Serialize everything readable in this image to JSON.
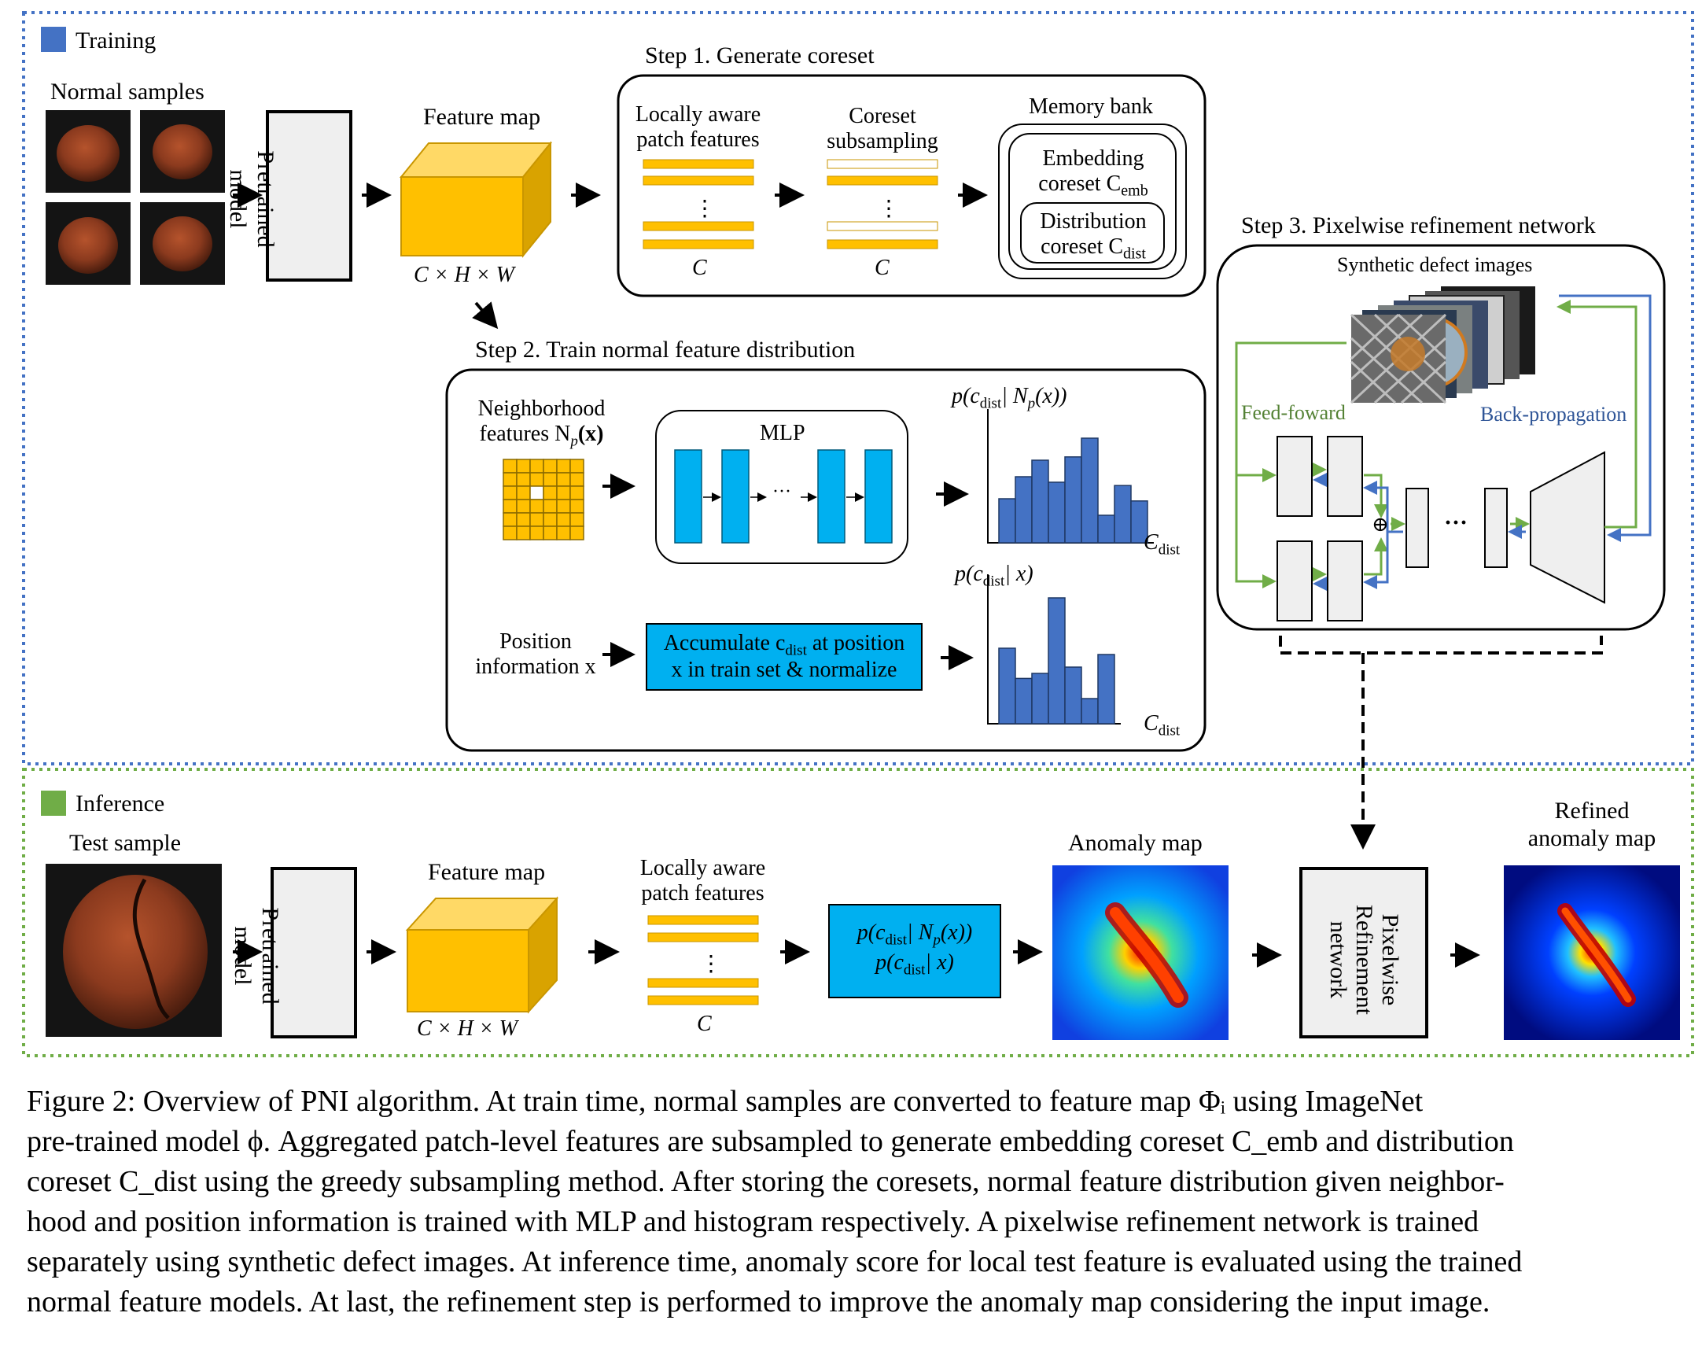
{
  "training": {
    "legend_label": "Training",
    "normal_samples_label": "Normal samples",
    "pretrained_model_label": "Pretrained\nmodel",
    "feature_map_label": "Feature map",
    "feature_map_dims": "C × H × W",
    "step1": {
      "title": "Step 1. Generate coreset",
      "patch_features_label": "Locally aware\npatch features",
      "patch_dim": "C",
      "coreset_subsampling_label": "Coreset\nsubsampling",
      "coreset_dim": "C",
      "memory_bank_label": "Memory bank",
      "embedding_coreset_label": "Embedding\ncoreset C",
      "embedding_coreset_sub": "emb",
      "distribution_coreset_label": "Distribution\ncoreset C",
      "distribution_coreset_sub": "dist"
    },
    "step2": {
      "title": "Step 2. Train normal feature distribution",
      "neighborhood_label": "Neighborhood\nfeatures N",
      "neighborhood_sub": "p",
      "neighborhood_arg": "(x)",
      "mlp_label": "MLP",
      "mlp_dots": "···",
      "prob_neighborhood": "p(c",
      "prob_neighborhood_sub": "dist",
      "prob_neighborhood_rest": "| N",
      "prob_neighborhood_sub2": "p",
      "prob_neighborhood_end": "(x))",
      "prob_position": "p(c",
      "prob_position_sub": "dist",
      "prob_position_end": "| x)",
      "axis_label": "C",
      "axis_label_sub": "dist",
      "position_label": "Position\ninformation x",
      "accumulate_line1": "Accumulate c",
      "accumulate_sub": "dist",
      "accumulate_line1_end": " at position",
      "accumulate_line2": "x in train set & normalize",
      "histogram_mlp": [
        0.4,
        0.6,
        0.75,
        0.55,
        0.78,
        0.95,
        0.25,
        0.52,
        0.38
      ],
      "histogram_position": [
        0.6,
        0.36,
        0.4,
        1.0,
        0.45,
        0.2,
        0.55
      ]
    },
    "step3": {
      "title": "Step 3. Pixelwise refinement network",
      "synthetic_label": "Synthetic defect images",
      "feedforward_label": "Feed-foward",
      "backprop_label": "Back-propagation",
      "dots": "···",
      "plus": "⊕"
    }
  },
  "inference": {
    "legend_label": "Inference",
    "test_sample_label": "Test sample",
    "pretrained_model_label": "Pretrained\nmodel",
    "feature_map_label": "Feature map",
    "feature_map_dims": "C × H × W",
    "patch_features_label": "Locally aware\npatch features",
    "patch_dim": "C",
    "prob_line1": "p(c",
    "prob_line1_sub": "dist",
    "prob_line1_rest": "| N",
    "prob_line1_sub2": "p",
    "prob_line1_end": "(x))",
    "prob_line2": "p(c",
    "prob_line2_sub": "dist",
    "prob_line2_end": "| x)",
    "anomaly_map_label": "Anomaly map",
    "refinement_label": "Pixelwise\nRefinement\nnetwork",
    "refined_label": "Refined\nanomaly map"
  },
  "caption": {
    "lines": [
      "Figure 2:  Overview of PNI algorithm.  At train time, normal samples are converted to feature map Φᵢ using ImageNet",
      "pre-trained model ϕ. Aggregated patch-level features are subsampled to generate embedding coreset C_emb and distribution",
      "coreset C_dist using the greedy subsampling method. After storing the coresets, normal feature distribution given neighbor-",
      "hood and position information is trained with MLP and histogram respectively.  A pixelwise refinement network is trained",
      "separately using synthetic defect images. At inference time, anomaly score for local test feature is evaluated using the trained",
      "normal feature models. At last, the refinement step is performed to improve the anomaly map considering the input image."
    ]
  },
  "colors": {
    "training_border": "#4472c4",
    "inference_border": "#70ad47",
    "feature_yellow": "#ffc000",
    "feature_yellow_dark": "#d9a300",
    "mlp_blue": "#00b0f0",
    "histogram_blue": "#4472c4",
    "feedforward_green": "#70ad47",
    "backprop_blue": "#4472c4",
    "hazelnut_brown": "#8b3a1e"
  }
}
